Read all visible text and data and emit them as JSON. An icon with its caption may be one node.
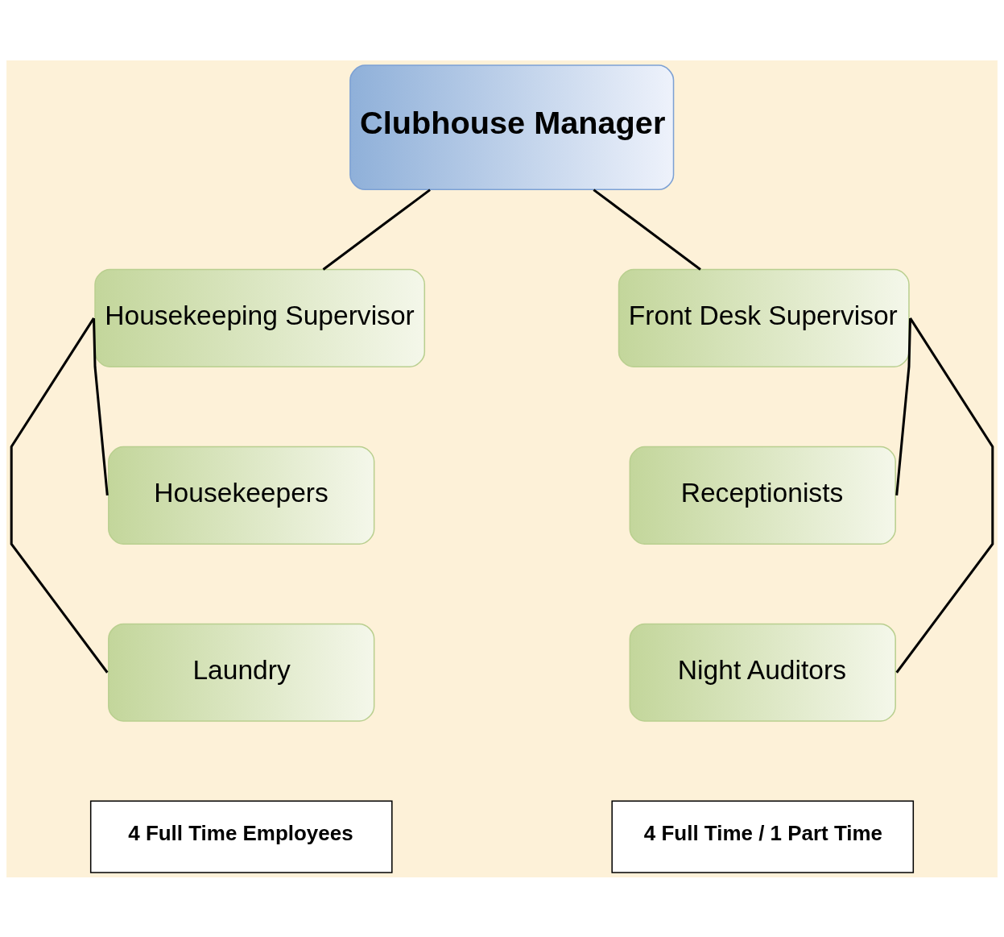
{
  "diagram": {
    "nodes": [
      {
        "text": [
          "Clubhouse Manager"
        ]
      },
      {
        "text": [
          "Housekeeping Supervisor"
        ]
      },
      {
        "text": [
          "Front Desk Supervisor"
        ]
      },
      {
        "text": [
          "Housekeepers"
        ]
      },
      {
        "text": [
          "Laundry"
        ]
      },
      {
        "text": [
          "Receptionists"
        ]
      },
      {
        "text": [
          "Night Auditors"
        ]
      },
      {
        "text": [
          "4 Full Time Employees"
        ]
      },
      {
        "text": [
          "4 Full Time / 1 Part Time"
        ]
      }
    ],
    "edges": [
      {
        "from": 0,
        "to": 1,
        "arrow": "none"
      },
      {
        "from": 0,
        "to": 2,
        "arrow": "none"
      },
      {
        "from": 1,
        "to": 3,
        "arrow": "none"
      },
      {
        "from": 1,
        "to": 4,
        "arrow": "none"
      },
      {
        "from": 2,
        "to": 5,
        "arrow": "none"
      },
      {
        "from": 2,
        "to": 6,
        "arrow": "none"
      }
    ]
  }
}
